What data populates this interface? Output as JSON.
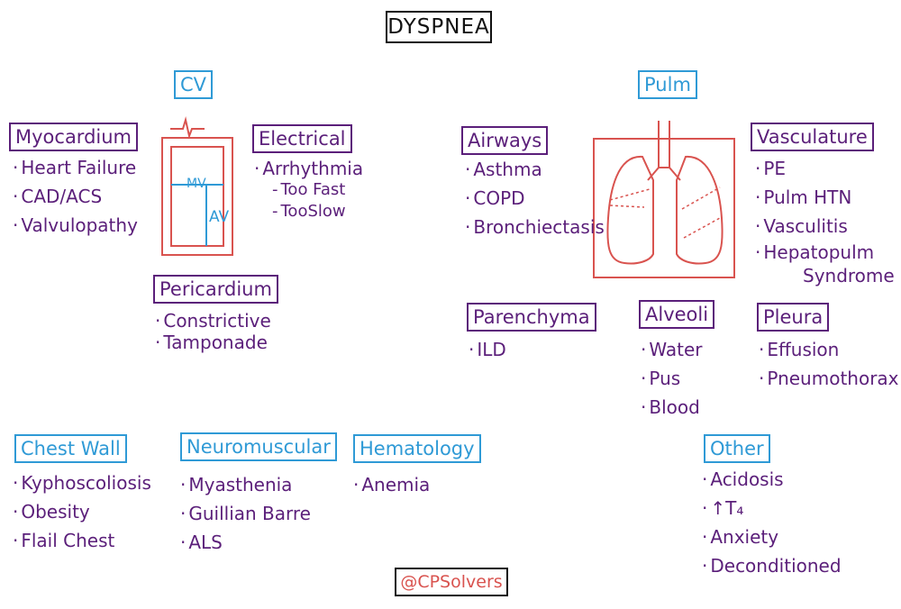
{
  "title": "DYSPNEA",
  "cv": {
    "label": "CV",
    "heart_labels": {
      "mv": "MV",
      "av": "AV"
    },
    "myocardium": {
      "label": "Myocardium",
      "items": [
        "Heart Failure",
        "CAD/ACS",
        "Valvulopathy"
      ]
    },
    "electrical": {
      "label": "Electrical",
      "items": [
        "Arrhythmia",
        "Too Fast",
        "TooSlow"
      ]
    },
    "pericardium": {
      "label": "Pericardium",
      "items": [
        "Constrictive",
        "Tamponade"
      ]
    }
  },
  "pulm": {
    "label": "Pulm",
    "airways": {
      "label": "Airways",
      "items": [
        "Asthma",
        "COPD",
        "Bronchiectasis"
      ]
    },
    "vasculature": {
      "label": "Vasculature",
      "items": [
        "PE",
        "Pulm HTN",
        "Vasculitis",
        "Hepatopulm",
        "Syndrome"
      ]
    },
    "parenchyma": {
      "label": "Parenchyma",
      "items": [
        "ILD"
      ]
    },
    "alveoli": {
      "label": "Alveoli",
      "items": [
        "Water",
        "Pus",
        "Blood"
      ]
    },
    "pleura": {
      "label": "Pleura",
      "items": [
        "Effusion",
        "Pneumothorax"
      ]
    }
  },
  "chest_wall": {
    "label": "Chest Wall",
    "items": [
      "Kyphoscoliosis",
      "Obesity",
      "Flail Chest"
    ]
  },
  "neuromuscular": {
    "label": "Neuromuscular",
    "items": [
      "Myasthenia",
      "Guillian Barre",
      "ALS"
    ]
  },
  "hematology": {
    "label": "Hematology",
    "items": [
      "Anemia"
    ]
  },
  "other": {
    "label": "Other",
    "items": [
      "Acidosis",
      "↑T₄",
      "Anxiety",
      "Deconditioned"
    ]
  },
  "footer": "@CPSolvers",
  "colors": {
    "purple": "#5b1f7a",
    "blue": "#2f9ad6",
    "red": "#d9534f",
    "black": "#111111"
  }
}
